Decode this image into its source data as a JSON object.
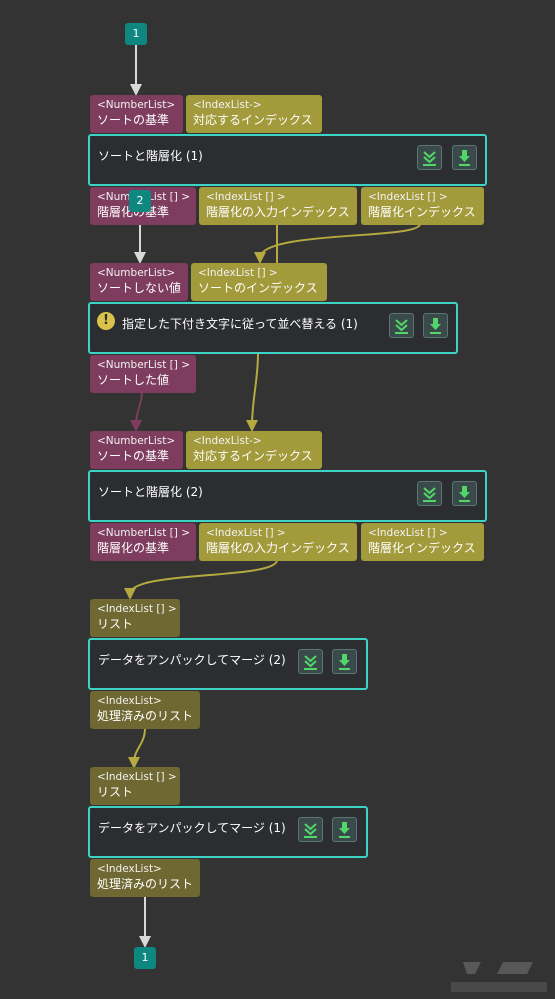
{
  "badges": {
    "top_in": "1",
    "mid_in": "2",
    "bottom_out": "1"
  },
  "nodes": {
    "sort1": {
      "title": "ソートと階層化 (1)",
      "inputs": [
        {
          "type": "<NumberList>",
          "name": "ソートの基準"
        },
        {
          "type": "<IndexList->",
          "name": "対応するインデックス"
        }
      ],
      "outputs": [
        {
          "type": "<NumberList [] >",
          "name": "階層化の基準"
        },
        {
          "type": "<IndexList [] >",
          "name": "階層化の入力インデックス"
        },
        {
          "type": "<IndexList [] >",
          "name": "階層化インデックス"
        }
      ]
    },
    "reorder": {
      "title": "指定した下付き文字に従って並べ替える (1)",
      "warning": "!",
      "inputs": [
        {
          "type": "<NumberList>",
          "name": "ソートしない値"
        },
        {
          "type": "<IndexList [] >",
          "name": "ソートのインデックス"
        }
      ],
      "outputs": [
        {
          "type": "<NumberList [] >",
          "name": "ソートした値"
        }
      ]
    },
    "sort2": {
      "title": "ソートと階層化 (2)",
      "inputs": [
        {
          "type": "<NumberList>",
          "name": "ソートの基準"
        },
        {
          "type": "<IndexList->",
          "name": "対応するインデックス"
        }
      ],
      "outputs": [
        {
          "type": "<NumberList [] >",
          "name": "階層化の基準"
        },
        {
          "type": "<IndexList [] >",
          "name": "階層化の入力インデックス"
        },
        {
          "type": "<IndexList [] >",
          "name": "階層化インデックス"
        }
      ]
    },
    "unpack2": {
      "title": "データをアンパックしてマージ (2)",
      "inputs": [
        {
          "type": "<IndexList [] >",
          "name": "リスト"
        }
      ],
      "outputs": [
        {
          "type": "<IndexList>",
          "name": "処理済みのリスト"
        }
      ]
    },
    "unpack1": {
      "title": "データをアンパックしてマージ (1)",
      "inputs": [
        {
          "type": "<IndexList [] >",
          "name": "リスト"
        }
      ],
      "outputs": [
        {
          "type": "<IndexList>",
          "name": "処理済みのリスト"
        }
      ]
    }
  },
  "colors": {
    "wire_white": "#d9d9d9",
    "wire_yellow": "#b5a93f",
    "wire_purple": "#7e3d5e",
    "node_border": "#3ed3c4",
    "button_icon": "#52d66a"
  },
  "icons": {
    "collapse": "chevron-double-down-icon",
    "download": "download-arrow-icon"
  }
}
